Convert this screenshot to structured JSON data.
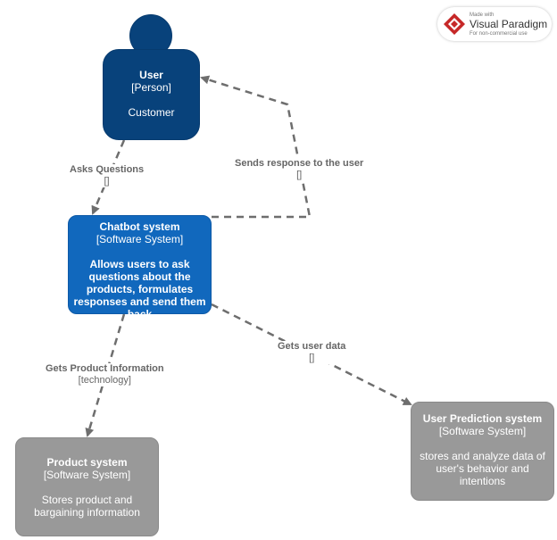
{
  "nodes": {
    "user": {
      "name": "User",
      "type": "[Person]",
      "description": "Customer"
    },
    "chatbot": {
      "name": "Chatbot system",
      "type": "[Software System]",
      "description": "Allows users to ask questions about the products, formulates responses and send them back"
    },
    "product": {
      "name": "Product system",
      "type": "[Software System]",
      "description": "Stores product and bargaining information"
    },
    "prediction": {
      "name": "User Prediction system",
      "type": "[Software System]",
      "description": "stores and analyze data of user's behavior and intentions"
    }
  },
  "relations": {
    "asks": {
      "label": "Asks Questions",
      "tech": "[]"
    },
    "sends": {
      "label": "Sends response to the user",
      "tech": "[]"
    },
    "product_info": {
      "label": "Gets Product Information",
      "tech": "[technology]"
    },
    "user_data": {
      "label": "Gets user data",
      "tech": "[]"
    }
  },
  "watermark": {
    "made_with": "Made with",
    "brand": "Visual Paradigm",
    "note": "For non-commercial use"
  },
  "colors": {
    "person": "#08427b",
    "system": "#1168bd",
    "external_system": "#999999",
    "edge": "#6e6e6e"
  }
}
